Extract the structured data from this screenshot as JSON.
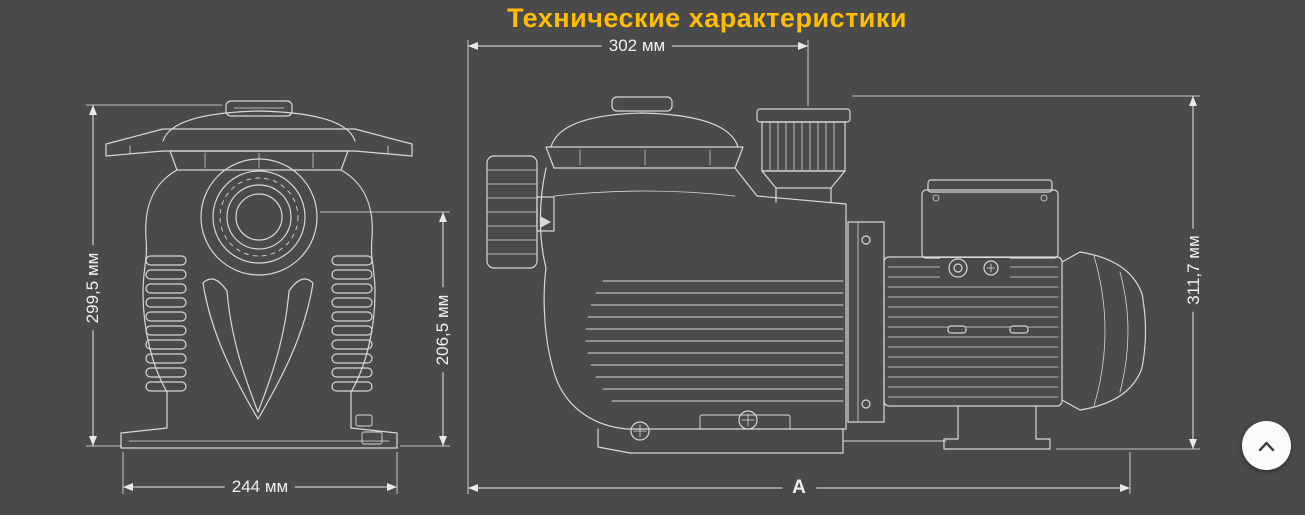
{
  "page": {
    "title": "Технические характеристики",
    "colors": {
      "background": "#4a4a4b",
      "title": "#ffbd00",
      "drawing_lines": "#d8d8d8",
      "dimension_text": "#f1f1f1"
    }
  },
  "drawing": {
    "subject": "two-view dimensioned outline drawing of a pool pump",
    "front_view": {
      "dim_overall_height": "299,5 мм",
      "dim_inlet_axis_height": "206,5 мм",
      "dim_base_width": "244 мм"
    },
    "side_view": {
      "dim_inlet_to_outlet": "302 мм",
      "dim_overall_height": "311,7 мм",
      "dim_overall_length": "А"
    }
  },
  "scroll_top": {
    "icon": "chevron-up-icon"
  }
}
